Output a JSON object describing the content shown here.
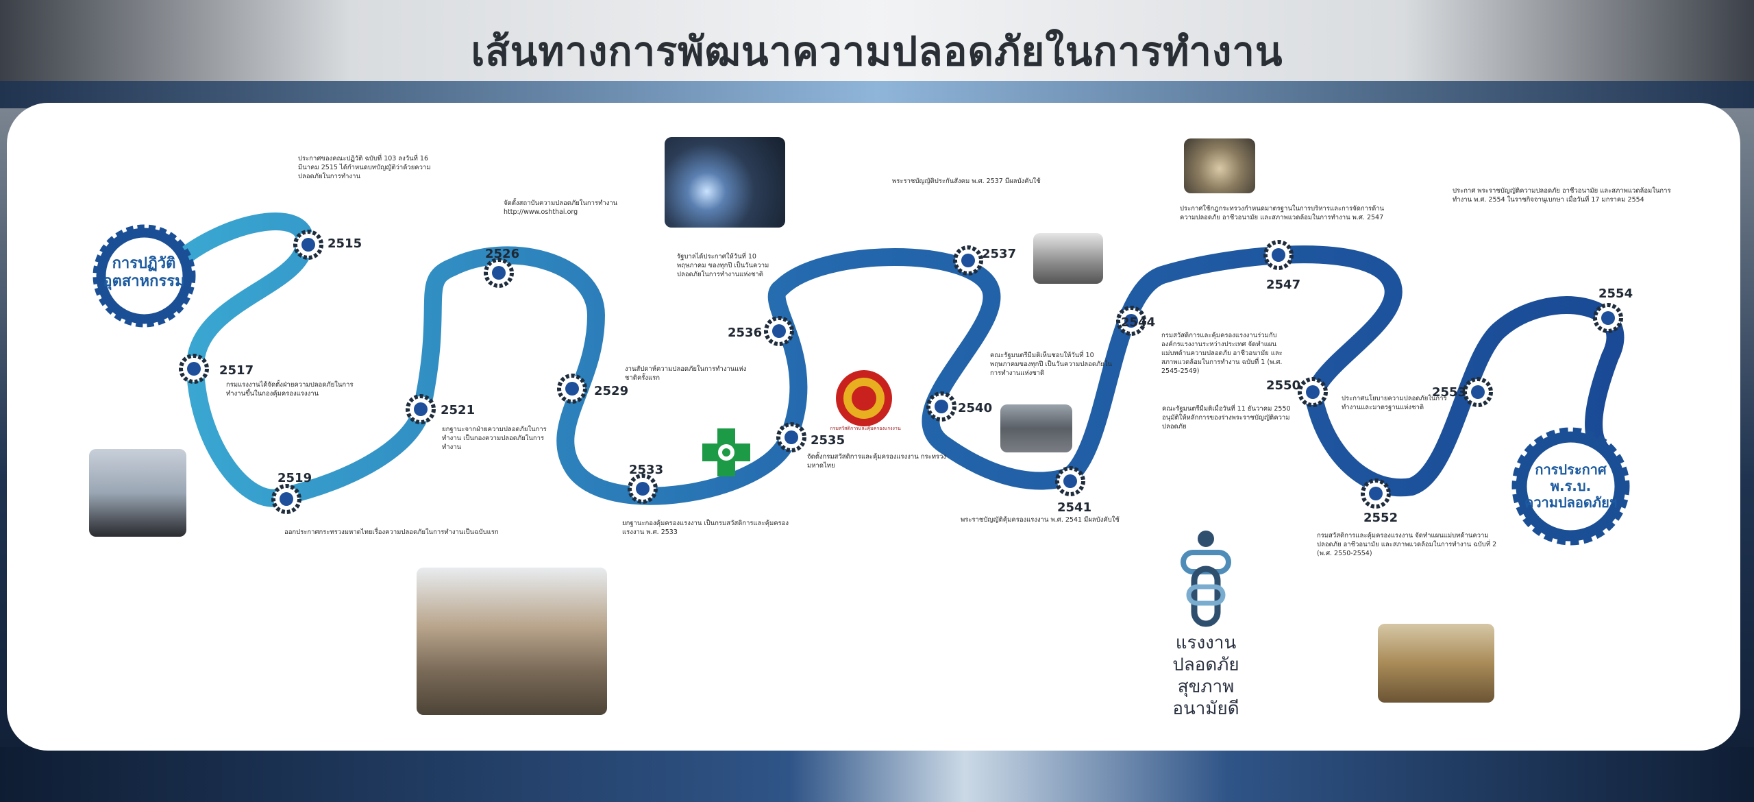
{
  "title": "เส้นทางการพัฒนาความปลอดภัยในการทำงาน",
  "start_label_line1": "การปฏิวัติ",
  "start_label_line2": "อุตสาหกรรม",
  "end_label_line1": "การประกาศ",
  "end_label_line2": "พ.ร.บ.",
  "end_label_line3": "ความปลอดภัยฯ",
  "milestones": [
    {
      "year": "2515"
    },
    {
      "year": "2517"
    },
    {
      "year": "2519"
    },
    {
      "year": "2521"
    },
    {
      "year": "2526"
    },
    {
      "year": "2529"
    },
    {
      "year": "2533"
    },
    {
      "year": "2535"
    },
    {
      "year": "2536"
    },
    {
      "year": "2537"
    },
    {
      "year": "2540"
    },
    {
      "year": "2541"
    },
    {
      "year": "2544"
    },
    {
      "year": "2547"
    },
    {
      "year": "2550"
    },
    {
      "year": "2552"
    },
    {
      "year": "2553"
    },
    {
      "year": "2554"
    }
  ],
  "texts": {
    "t2515": "ประกาศของคณะปฏิวัติ ฉบับที่ 103 ลงวันที่ 16 มีนาคม 2515 ได้กำหนดบทบัญญัติว่าด้วยความปลอดภัยในการทำงาน",
    "t2517": "กรมแรงงานได้จัดตั้งฝ่ายความปลอดภัยในการทำงานขึ้นในกองคุ้มครองแรงงาน",
    "t2519": "ออกประกาศกระทรวงมหาดไทยเรื่องความปลอดภัยในการทำงานเป็นฉบับแรก",
    "t2521": "ยกฐานะจากฝ่ายความปลอดภัยในการทำงาน เป็นกองความปลอดภัยในการทำงาน",
    "t2526": "จัดตั้งสถาบันความปลอดภัยในการทำงาน http://www.oshthai.org",
    "t2529": "งานสัปดาห์ความปลอดภัยในการทำงานแห่งชาติครั้งแรก",
    "t2533": "ยกฐานะกองคุ้มครองแรงงาน เป็นกรมสวัสดิการและคุ้มครองแรงงาน พ.ศ. 2533",
    "t2535": "จัดตั้งกรมสวัสดิการและคุ้มครองแรงงาน กระทรวงมหาดไทย",
    "t2536": "รัฐบาลได้ประกาศให้วันที่ 10 พฤษภาคม ของทุกปี เป็นวันความปลอดภัยในการทำงานแห่งชาติ",
    "t2537": "พระราชบัญญัติประกันสังคม พ.ศ. 2537 มีผลบังคับใช้",
    "t2540": "คณะรัฐมนตรีมีมติเห็นชอบให้วันที่ 10 พฤษภาคมของทุกปี เป็นวันความปลอดภัยในการทำงานแห่งชาติ",
    "t2541": "พระราชบัญญัติคุ้มครองแรงงาน พ.ศ. 2541 มีผลบังคับใช้",
    "t2544": "กรมสวัสดิการและคุ้มครองแรงงานร่วมกับองค์กรแรงงานระหว่างประเทศ จัดทำแผนแม่บทด้านความปลอดภัย อาชีวอนามัย และสภาพแวดล้อมในการทำงาน ฉบับที่ 1 (พ.ศ. 2545-2549)",
    "t2547": "ประกาศใช้กฎกระทรวงกำหนดมาตรฐานในการบริหารและการจัดการด้านความปลอดภัย อาชีวอนามัย และสภาพแวดล้อมในการทำงาน พ.ศ. 2547",
    "t2550": "คณะรัฐมนตรีมีมติเมื่อวันที่ 11 ธันวาคม 2550 อนุมัติให้หลักการของร่างพระราชบัญญัติความปลอดภัย",
    "t2552": "กรมสวัสดิการและคุ้มครองแรงงาน จัดทำแผนแม่บทด้านความปลอดภัย อาชีวอนามัย และสภาพแวดล้อมในการทำงาน ฉบับที่ 2 (พ.ศ. 2550-2554)",
    "t2553": "ประกาศนโยบายความปลอดภัยในการทำงานและมาตรฐานแห่งชาติ",
    "t2554": "ประกาศ พระราชบัญญัติความปลอดภัย อาชีวอนามัย และสภาพแวดล้อมในการทำงาน พ.ศ. 2554 ในราชกิจจานุเบกษา เมื่อวันที่ 17 มกราคม 2554"
  },
  "logo_caption_line1": "แรงงานปลอดภัย",
  "logo_caption_line2": "สุขภาพอนามัยดี",
  "emblem_caption": "กรมสวัสดิการและคุ้มครองแรงงาน",
  "colors": {
    "road_light": "#3aa0cc",
    "road_dark": "#1d4f9a",
    "title": "#2a2f36"
  }
}
